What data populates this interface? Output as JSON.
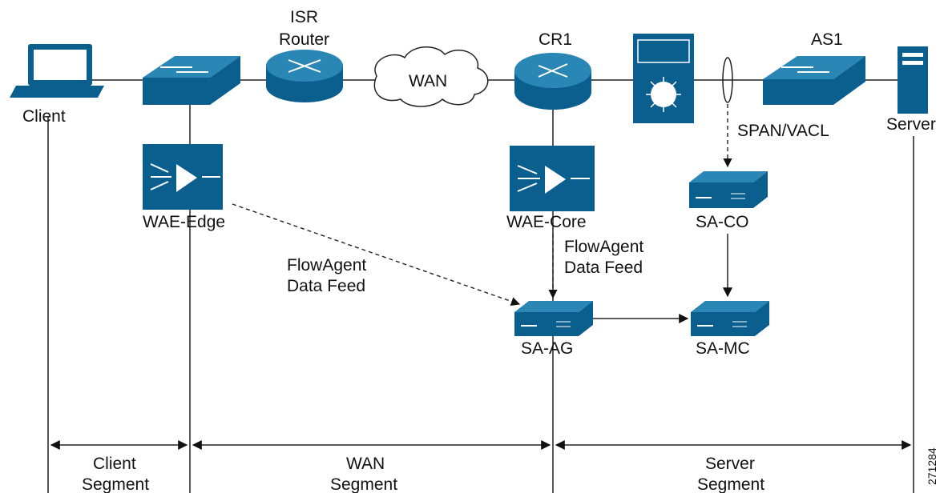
{
  "nodes": {
    "client": "Client",
    "isr_router": [
      "ISR",
      "Router"
    ],
    "wan_cloud": "WAN",
    "cr1": "CR1",
    "as1": "AS1",
    "server": "Server",
    "wae_edge": "WAE-Edge",
    "wae_core": "WAE-Core",
    "sa_co": "SA-CO",
    "sa_ag": "SA-AG",
    "sa_mc": "SA-MC"
  },
  "edges": {
    "span_vacl": "SPAN/VACL",
    "flowagent_left": [
      "FlowAgent",
      "Data Feed"
    ],
    "flowagent_right": [
      "FlowAgent",
      "Data Feed"
    ]
  },
  "segments": {
    "client": [
      "Client",
      "Segment"
    ],
    "wan": [
      "WAN",
      "Segment"
    ],
    "server": [
      "Server",
      "Segment"
    ]
  },
  "figure_id": "271284",
  "colors": {
    "device_blue": "#0a5f8f",
    "device_light": "#2a86b4",
    "line": "#222222"
  }
}
